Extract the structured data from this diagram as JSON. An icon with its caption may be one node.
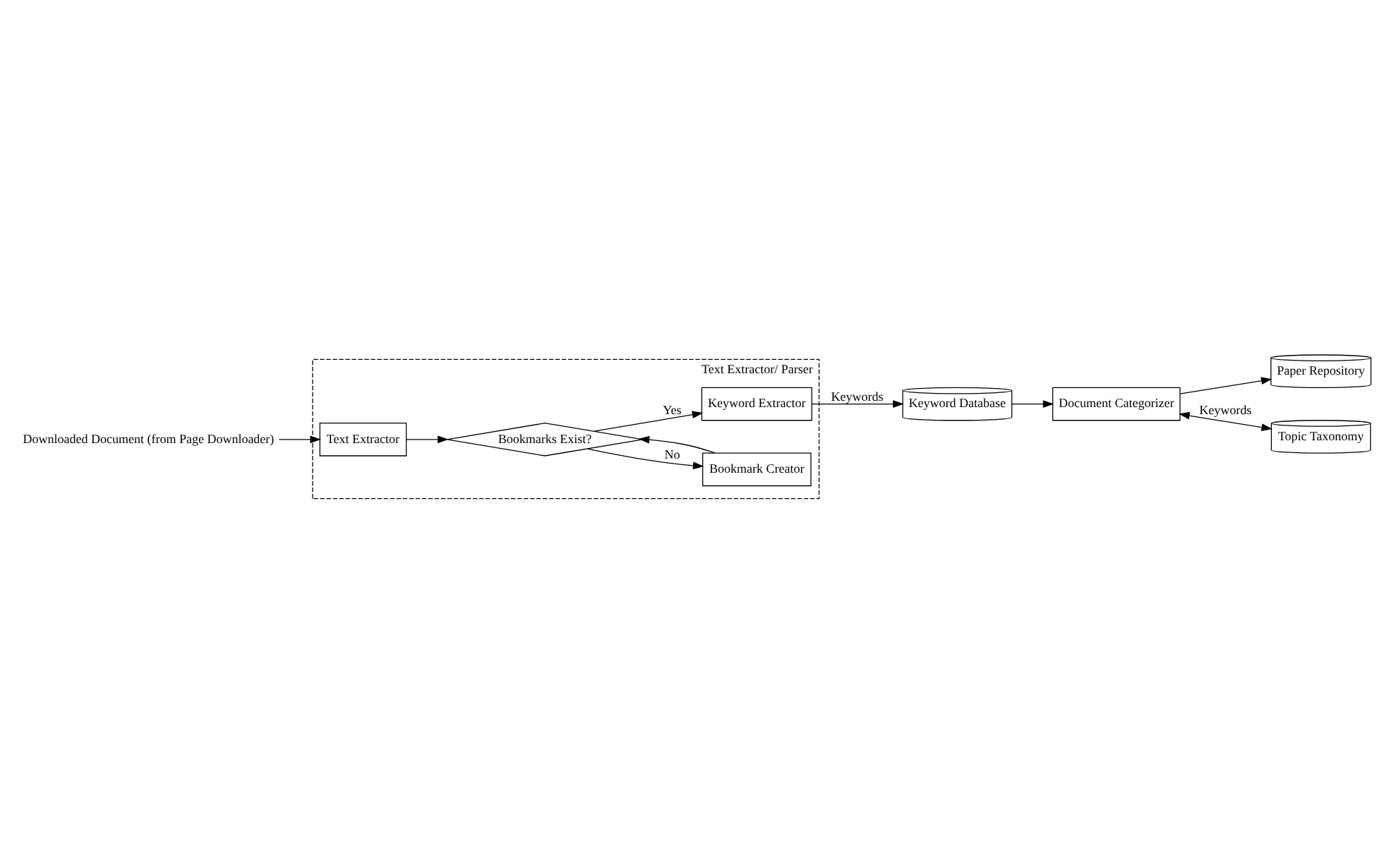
{
  "diagram": {
    "nodes": [
      {
        "text": [
          "Text Extractor/ Parser"
        ]
      },
      {
        "text": [
          "Downloaded Document (from Page Downloader)"
        ]
      },
      {
        "text": [
          "Text Extractor"
        ],
        "in": 0
      },
      {
        "text": [
          "Bookmark Creator"
        ],
        "in": 0
      },
      {
        "text": [
          "Bookmarks Exist?"
        ],
        "in": 0
      },
      {
        "text": [
          "Keyword Extractor"
        ],
        "in": 0
      },
      {
        "text": [
          "Keyword Database"
        ]
      },
      {
        "text": [
          "Document Categorizer"
        ]
      },
      {
        "text": [
          "Paper Repository"
        ]
      },
      {
        "text": [
          "Topic Taxonomy"
        ]
      }
    ],
    "edges": [
      {
        "from": 1,
        "to": 2,
        "arrow": "to"
      },
      {
        "from": 2,
        "to": 4,
        "arrow": "to"
      },
      {
        "from": 4,
        "to": 3,
        "arrow": "to",
        "label": "No"
      },
      {
        "from": 3,
        "to": 4,
        "arrow": "to"
      },
      {
        "from": 4,
        "to": 5,
        "arrow": "to",
        "label": "Yes"
      },
      {
        "from": 5,
        "to": 6,
        "arrow": "to",
        "label": "Keywords"
      },
      {
        "from": 6,
        "to": 7,
        "arrow": "to"
      },
      {
        "from": 7,
        "to": 8,
        "arrow": "to"
      },
      {
        "from": 7,
        "to": 9,
        "arrow": "both",
        "label": "Keywords"
      }
    ]
  }
}
